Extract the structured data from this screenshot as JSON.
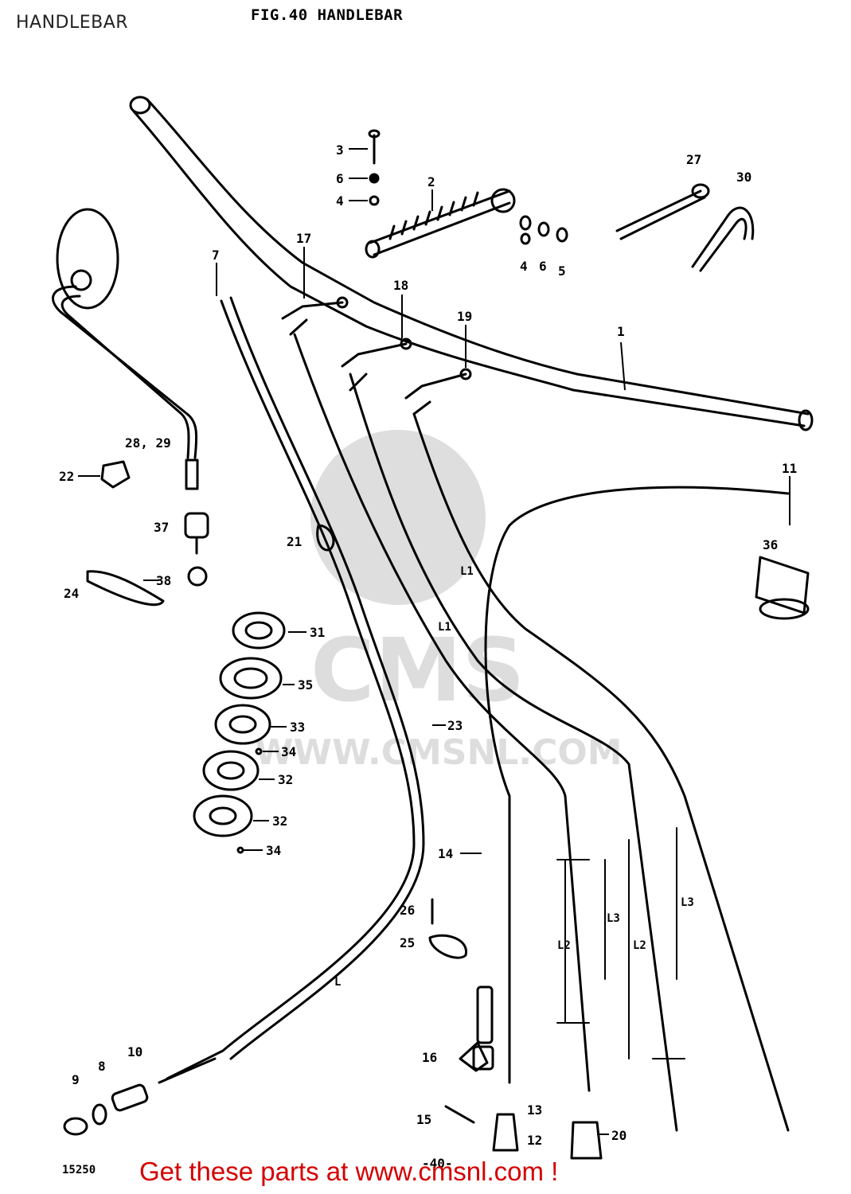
{
  "header": {
    "title": "HANDLEBAR"
  },
  "figure": {
    "title": "FIG.40  HANDLEBAR",
    "page_code": "15250",
    "page_number": "-40-"
  },
  "watermark": {
    "text": "WWW.CMSNL.COM",
    "logo_text": "CMS"
  },
  "labels": {
    "p1": "1",
    "p2": "2",
    "p3": "3",
    "p4a": "4",
    "p4b": "4",
    "p5": "5",
    "p6a": "6",
    "p6b": "6",
    "p7": "7",
    "p8": "8",
    "p9": "9",
    "p10": "10",
    "p11": "11",
    "p12": "12",
    "p13": "13",
    "p14": "14",
    "p15": "15",
    "p16": "16",
    "p17": "17",
    "p18": "18",
    "p19": "19",
    "p20": "20",
    "p21": "21",
    "p22": "22",
    "p23": "23",
    "p24": "24",
    "p25": "25",
    "p26": "26",
    "p27": "27",
    "p28_29": "28, 29",
    "p30": "30",
    "p31": "31",
    "p32a": "32",
    "p32b": "32",
    "p33": "33",
    "p34a": "34",
    "p34b": "34",
    "p35": "35",
    "p36": "36",
    "p37": "37",
    "p38": "38",
    "dim_l": "L",
    "dim_l2": "L2",
    "dim_l2b": "L2",
    "dim_l3": "L3",
    "dim_l3b": "L3",
    "dim_l1a": "L1",
    "dim_l1b": "L1"
  },
  "footer": {
    "link_text": "Get these parts at www.cmsnl.com !"
  }
}
